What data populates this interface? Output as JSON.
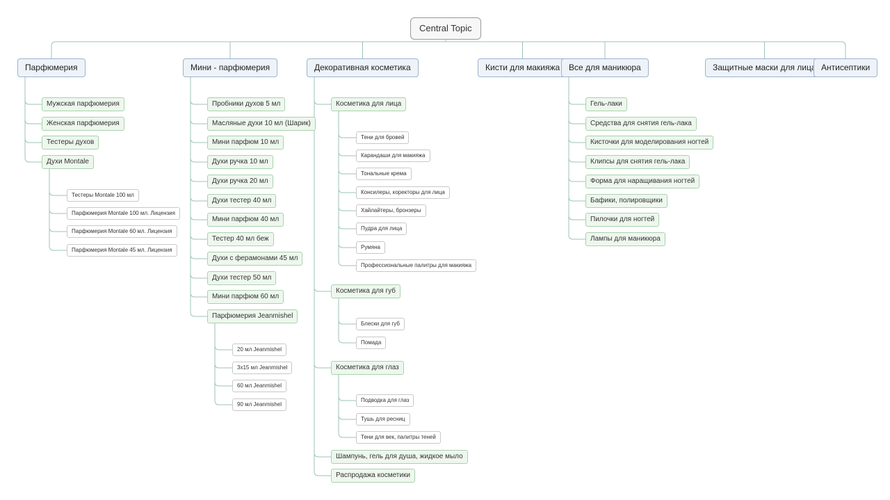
{
  "diagram": {
    "root": {
      "label": "Central Topic"
    },
    "topics": [
      {
        "label": "Парфюмерия",
        "children": [
          {
            "label": "Мужская парфюмерия"
          },
          {
            "label": "Женская парфюмерия"
          },
          {
            "label": "Тестеры духов"
          },
          {
            "label": "Духи Montale",
            "children": [
              {
                "label": "Тестеры Montale 100 мл"
              },
              {
                "label": "Парфюмерия Montale 100 мл. Лицензия"
              },
              {
                "label": "Парфюмерия Montale 60 мл. Лицензия"
              },
              {
                "label": "Парфюмерия Montale 45 мл. Лицензия"
              }
            ]
          }
        ]
      },
      {
        "label": "Мини - парфюмерия",
        "children": [
          {
            "label": "Пробники духов 5  мл"
          },
          {
            "label": "Масляные духи 10 мл (Шарик)"
          },
          {
            "label": "Мини парфюм 10 мл"
          },
          {
            "label": "Духи ручка 10 мл"
          },
          {
            "label": "Духи ручка 20 мл"
          },
          {
            "label": "Духи тестер 40 мл"
          },
          {
            "label": "Мини парфюм 40 мл"
          },
          {
            "label": "Тестер 40 мл беж"
          },
          {
            "label": "Духи с ферамонами 45 мл"
          },
          {
            "label": "Духи тестер 50 мл"
          },
          {
            "label": "Мини парфюм 60 мл"
          },
          {
            "label": "Парфюмерия Jeanmishel",
            "children": [
              {
                "label": "20 мл Jeanmishel"
              },
              {
                "label": "3x15 мл Jeanmishel"
              },
              {
                "label": "60 мл Jeanmishel"
              },
              {
                "label": "90 мл Jeanmishel"
              }
            ]
          }
        ]
      },
      {
        "label": "Декоративная косметика",
        "children": [
          {
            "label": "Косметика для лица",
            "children": [
              {
                "label": "Тени для бровей"
              },
              {
                "label": "Карандаши для макияжа"
              },
              {
                "label": "Тональные крема"
              },
              {
                "label": "Консилеры, коректоры для лица"
              },
              {
                "label": "Хайлайтеры, бронзеры"
              },
              {
                "label": "Пудра для лица"
              },
              {
                "label": "Румяна"
              },
              {
                "label": "Профессиональные палитры для макияжа"
              }
            ]
          },
          {
            "label": "Косметика для губ",
            "children": [
              {
                "label": "Блески для губ"
              },
              {
                "label": "Помада"
              }
            ]
          },
          {
            "label": "Косметика для глаз",
            "children": [
              {
                "label": "Подводка для глаз"
              },
              {
                "label": "Тушь для ресниц"
              },
              {
                "label": "Тени для век, палитры теней"
              }
            ]
          },
          {
            "label": "Шампунь, гель для душа, жидкое мыло"
          },
          {
            "label": "Распродажа косметики"
          }
        ]
      },
      {
        "label": "Кисти для макияжа"
      },
      {
        "label": "Все для маникюра",
        "children": [
          {
            "label": "Гель-лаки"
          },
          {
            "label": "Средства для снятия гель-лака"
          },
          {
            "label": "Кисточки для моделирования ногтей"
          },
          {
            "label": "Клипсы для снятия гель-лака"
          },
          {
            "label": "Форма для наращивания ногтей"
          },
          {
            "label": "Бафики, полировщики"
          },
          {
            "label": "Пилочки для ногтей"
          },
          {
            "label": "Лампы для маникюра"
          }
        ]
      },
      {
        "label": "Защитные маски для лица"
      },
      {
        "label": "Антисептики"
      }
    ]
  },
  "colors": {
    "connector": "#9cc3b5",
    "root_border": "#9a9a9a",
    "topic_border": "#9cb3cc",
    "topic_fill": "#eef3f9",
    "subtopic_border": "#a9d2ad",
    "subtopic_fill": "#eef7ee",
    "leaf_border": "#c8c8c8"
  }
}
